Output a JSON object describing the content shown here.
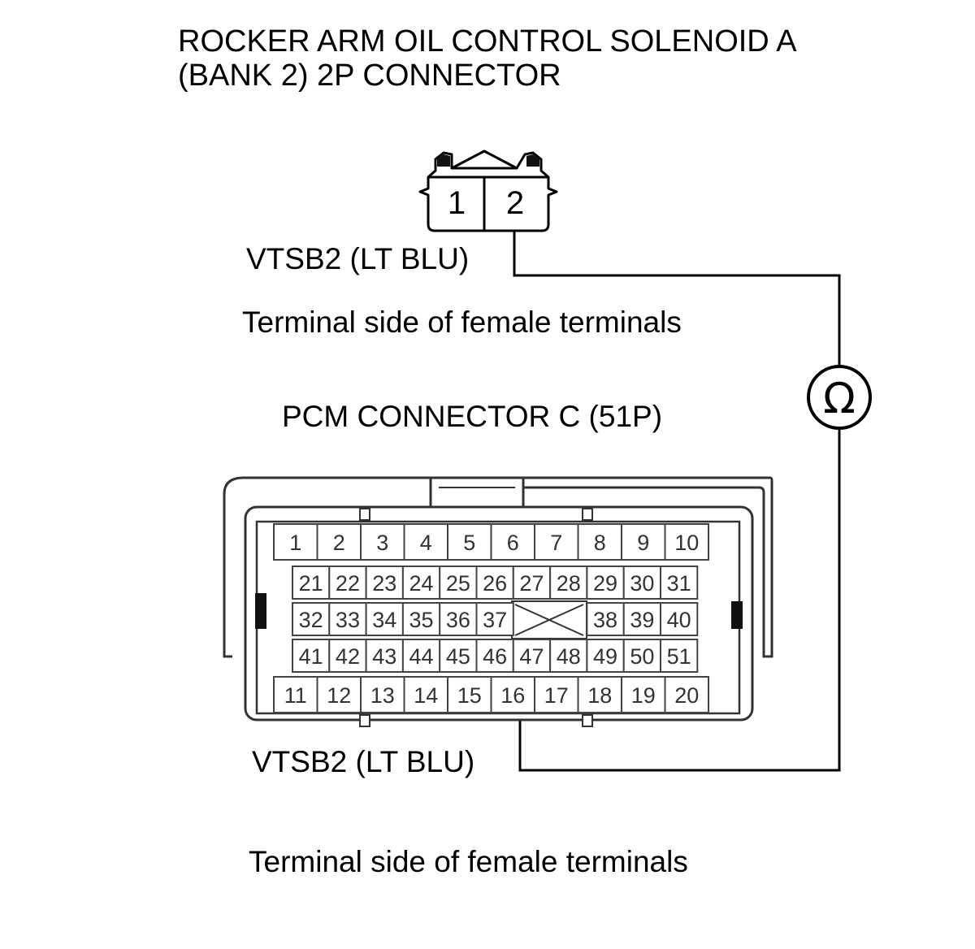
{
  "title": {
    "line1": "ROCKER ARM OIL CONTROL SOLENOID A",
    "line2": "(BANK 2) 2P CONNECTOR"
  },
  "solenoid_connector": {
    "pins": [
      "1",
      "2"
    ],
    "wire_label": "VTSB2 (LT BLU)",
    "note": "Terminal side of female terminals"
  },
  "ohmmeter": {
    "symbol": "Ω"
  },
  "pcm_connector": {
    "title": "PCM CONNECTOR C (51P)",
    "rows": [
      [
        "1",
        "2",
        "3",
        "4",
        "5",
        "6",
        "7",
        "8",
        "9",
        "10"
      ],
      [
        "21",
        "22",
        "23",
        "24",
        "25",
        "26",
        "27",
        "28",
        "29",
        "30",
        "31"
      ],
      [
        "32",
        "33",
        "34",
        "35",
        "36",
        "37",
        "38",
        "39",
        "40"
      ],
      [
        "41",
        "42",
        "43",
        "44",
        "45",
        "46",
        "47",
        "48",
        "49",
        "50",
        "51"
      ],
      [
        "11",
        "12",
        "13",
        "14",
        "15",
        "16",
        "17",
        "18",
        "19",
        "20"
      ]
    ],
    "wire_label": "VTSB2 (LT BLU)",
    "note": "Terminal side of female terminals"
  }
}
